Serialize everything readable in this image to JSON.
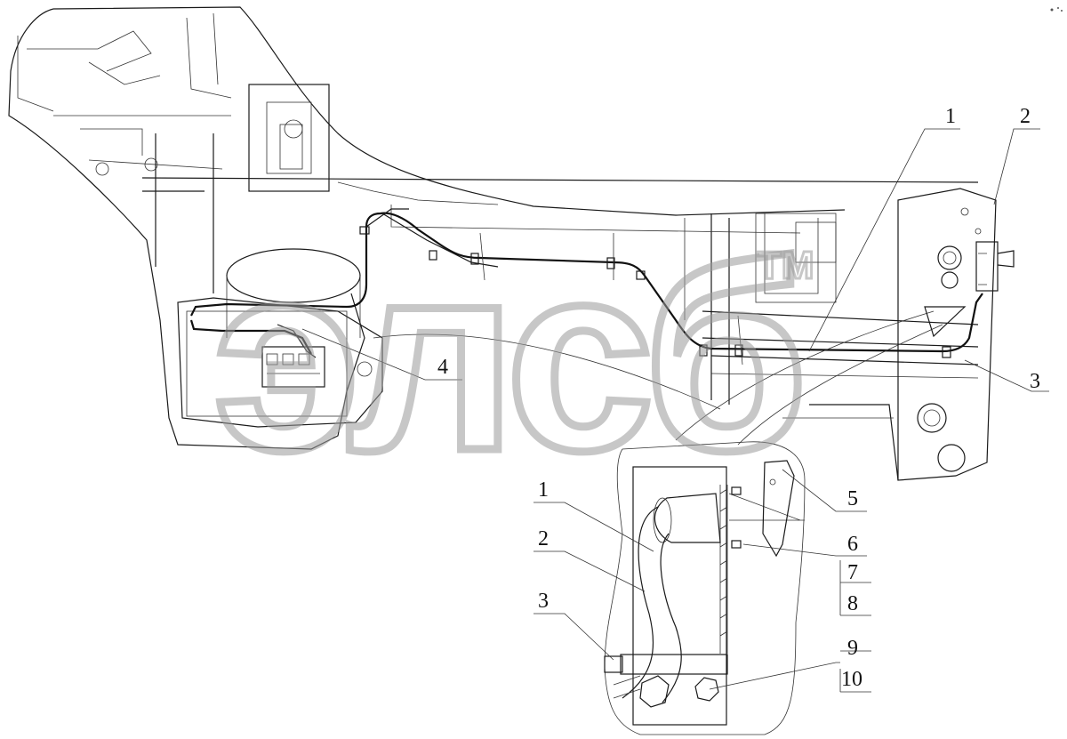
{
  "callouts": {
    "main_1": "1",
    "main_2": "2",
    "main_3": "3",
    "main_4": "4",
    "detail_1": "1",
    "detail_2": "2",
    "detail_3": "3",
    "detail_5": "5",
    "detail_6": "6",
    "detail_7": "7",
    "detail_8": "8",
    "detail_9": "9",
    "detail_10": "10"
  },
  "watermark": {
    "text": "элсб",
    "trademark": "TM"
  }
}
